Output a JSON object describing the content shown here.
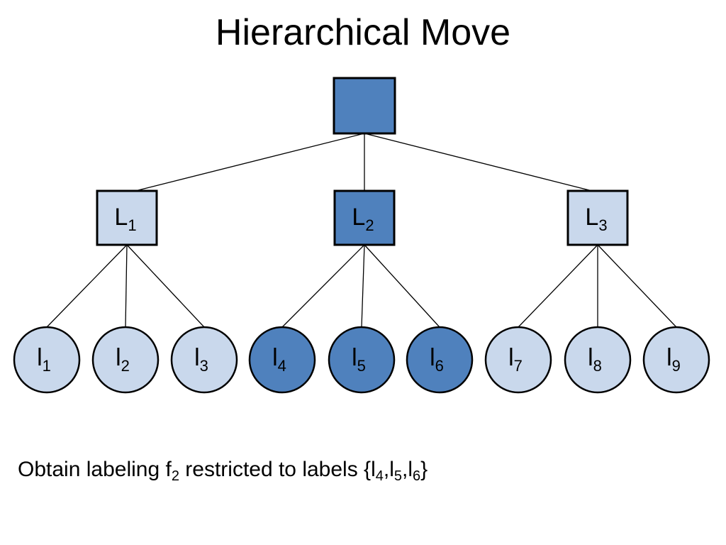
{
  "title": "Hierarchical Move",
  "colors": {
    "selected_fill": "#4f81bd",
    "unselected_fill": "#c9d8ec",
    "stroke": "#000000"
  },
  "root": {
    "selected": true
  },
  "groups": [
    {
      "letter": "L",
      "sub": "1",
      "selected": false,
      "leaves": [
        {
          "letter": "l",
          "sub": "1"
        },
        {
          "letter": "l",
          "sub": "2"
        },
        {
          "letter": "l",
          "sub": "3"
        }
      ]
    },
    {
      "letter": "L",
      "sub": "2",
      "selected": true,
      "leaves": [
        {
          "letter": "l",
          "sub": "4"
        },
        {
          "letter": "l",
          "sub": "5"
        },
        {
          "letter": "l",
          "sub": "6"
        }
      ]
    },
    {
      "letter": "L",
      "sub": "3",
      "selected": false,
      "leaves": [
        {
          "letter": "l",
          "sub": "7"
        },
        {
          "letter": "l",
          "sub": "8"
        },
        {
          "letter": "l",
          "sub": "9"
        }
      ]
    }
  ],
  "caption": {
    "part1": "Obtain labeling f",
    "sub1": "2",
    "part2": " restricted to labels {l",
    "sub2": "4",
    "part3": ",l",
    "sub3": "5",
    "part4": ",l",
    "sub4": "6",
    "part5": "}"
  }
}
